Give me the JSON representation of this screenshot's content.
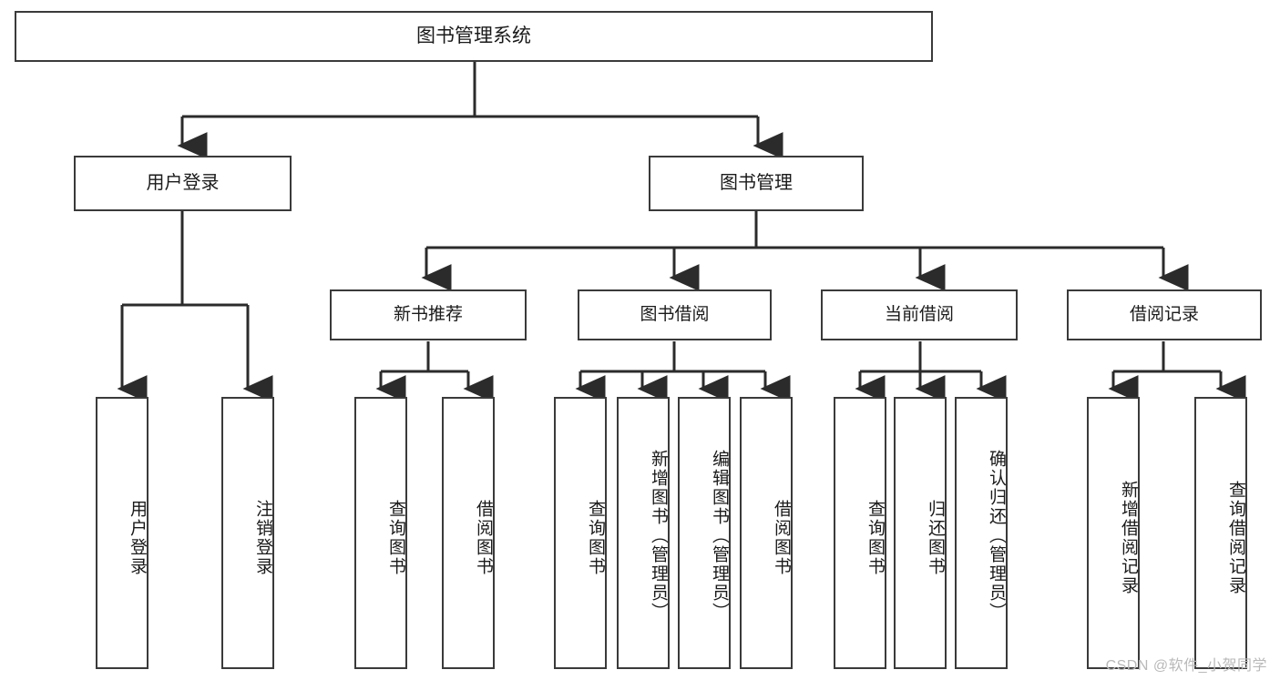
{
  "diagram": {
    "title": "图书管理系统",
    "type": "tree",
    "orientation": "top-down",
    "watermark": "CSDN @软件_小贺同学",
    "colors": {
      "box_border": "#3a3a3a",
      "box_fill": "#ffffff",
      "connector": "#2b2b2b",
      "text": "#1a1a1a",
      "watermark": "#b9b9b9",
      "background": "#ffffff"
    },
    "nodes": {
      "root": {
        "label": "图书管理系统"
      },
      "level1": [
        {
          "label": "用户登录"
        },
        {
          "label": "图书管理"
        }
      ],
      "level2": [
        {
          "label": "新书推荐"
        },
        {
          "label": "图书借阅"
        },
        {
          "label": "当前借阅"
        },
        {
          "label": "借阅记录"
        }
      ],
      "leaves": {
        "user_login": [
          {
            "label": "用户登录"
          },
          {
            "label": "注销登录"
          }
        ],
        "new_book_recommend": [
          {
            "label": "查询图书"
          },
          {
            "label": "借阅图书"
          }
        ],
        "book_borrow": [
          {
            "label": "查询图书"
          },
          {
            "label": "新增图书（管理员）"
          },
          {
            "label": "编辑图书（管理员）"
          },
          {
            "label": "借阅图书"
          }
        ],
        "current_borrow": [
          {
            "label": "查询图书"
          },
          {
            "label": "归还图书"
          },
          {
            "label": "确认归还（管理员）"
          }
        ],
        "borrow_records": [
          {
            "label": "新增借阅记录"
          },
          {
            "label": "查询借阅记录"
          }
        ]
      }
    }
  }
}
